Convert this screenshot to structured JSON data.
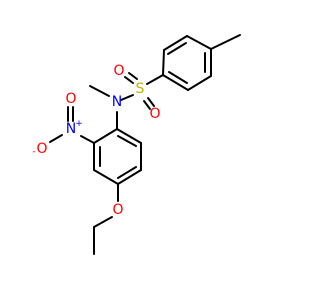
{
  "molecule": {
    "atoms": {
      "S": {
        "text": "S",
        "color": "#B8B800"
      },
      "O_sulfonyl_left": {
        "text": "O",
        "color": "#FF0000"
      },
      "O_sulfonyl_bottom": {
        "text": "O",
        "color": "#FF0000"
      },
      "N_amine": {
        "text": "N",
        "color": "#0000FF"
      },
      "N_nitro": {
        "text": "N",
        "color": "#0000FF"
      },
      "N_nitro_charge": {
        "text": "+",
        "color": "#0000FF"
      },
      "O_nitro_top": {
        "text": "O",
        "color": "#FF0000"
      },
      "O_nitro_minus": {
        "text": "O",
        "color": "#FF0000"
      },
      "O_nitro_minus_charge": {
        "text": "-",
        "color": "#FF0000"
      },
      "O_ether": {
        "text": "O",
        "color": "#FF0000"
      }
    }
  }
}
